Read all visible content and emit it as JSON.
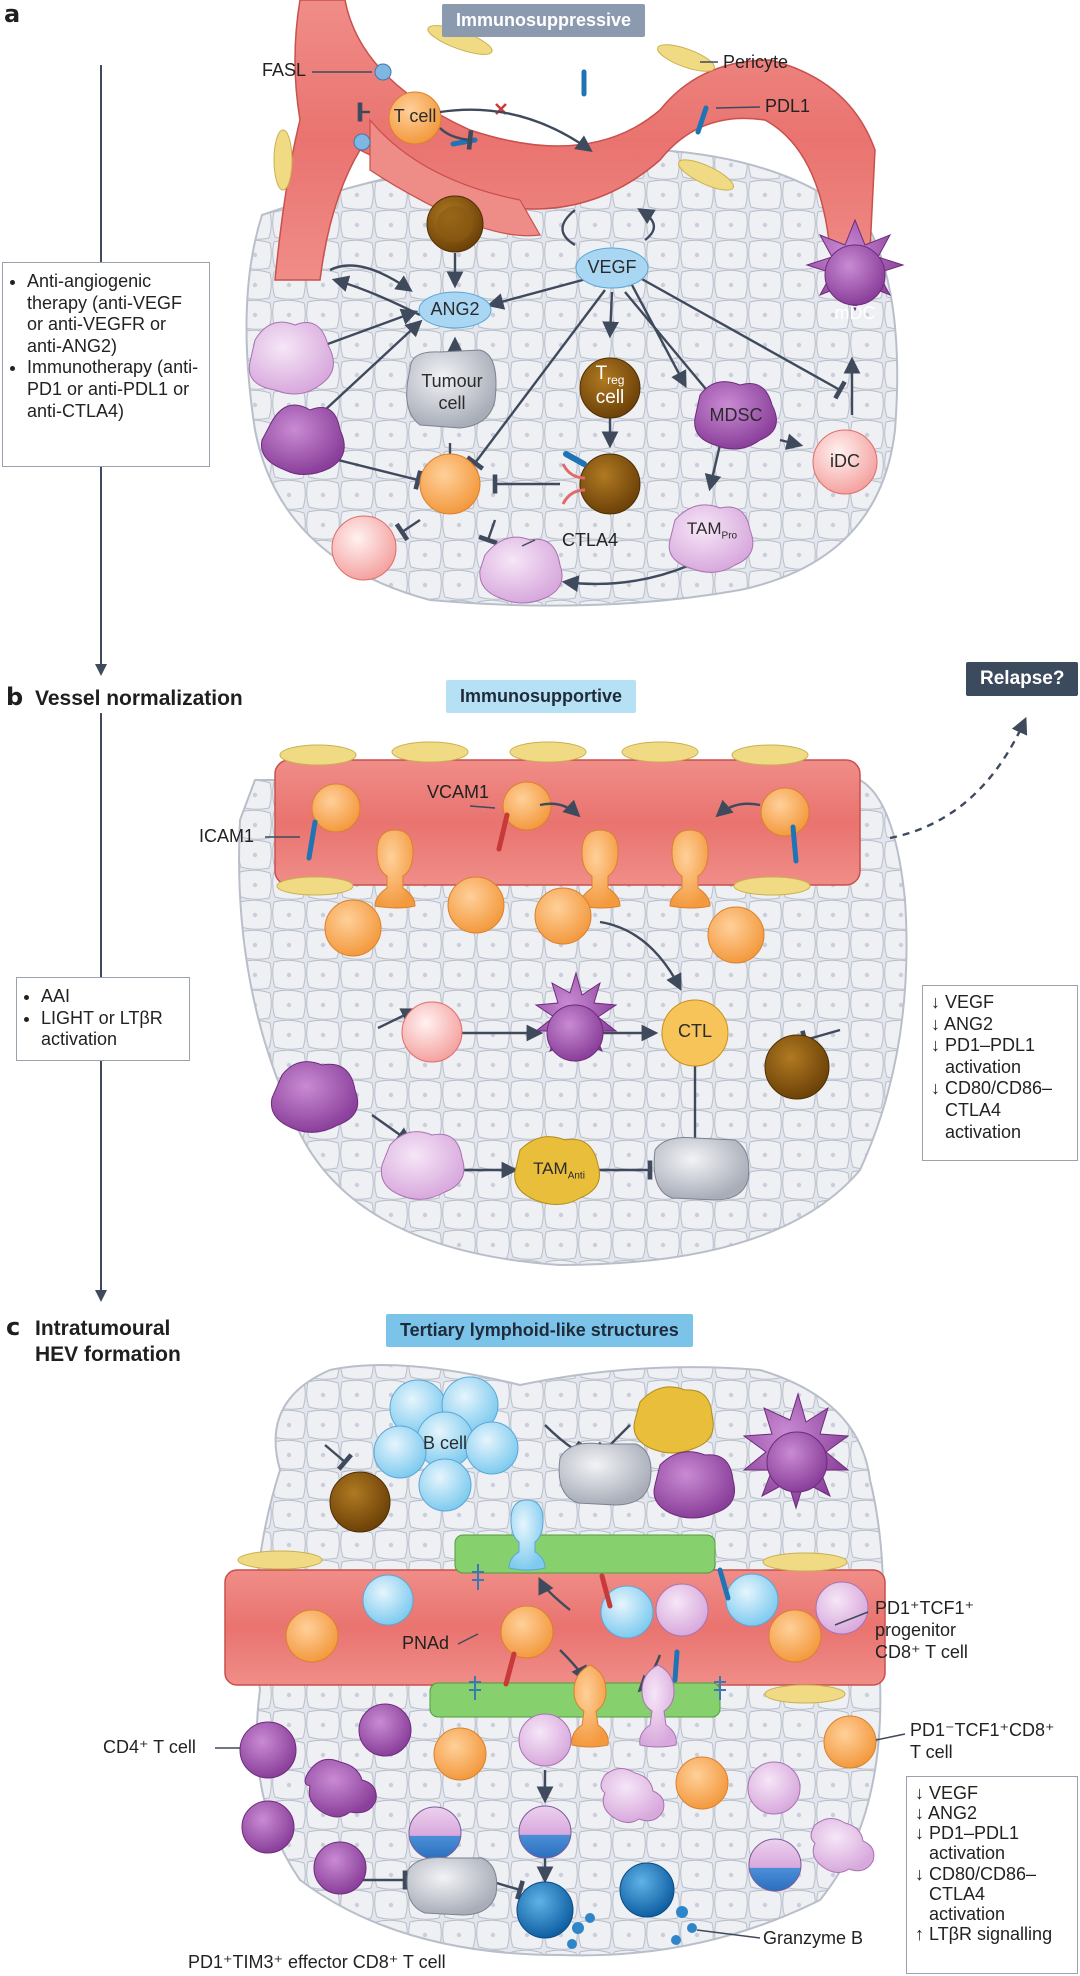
{
  "panel_a": {
    "letter": "a",
    "banner": "Immunosuppressive",
    "labels": {
      "fasl": "FASL",
      "pericyte": "Pericyte",
      "pdl1": "PDL1",
      "t_cell": "T cell",
      "vegf": "VEGF",
      "ang2": "ANG2",
      "mdc": "mDC",
      "tumour_cell_1": "Tumour",
      "tumour_cell_2": "cell",
      "treg_1": "T",
      "treg_sub": "reg",
      "treg_2": "cell",
      "mdsc": "MDSC",
      "idc": "iDC",
      "ctla4": "CTLA4",
      "tam": "TAM",
      "tam_sub": "Pro"
    },
    "therapy_box": [
      "Anti-angiogenic therapy (anti-VEGF or anti-VEGFR or anti-ANG2)",
      "Immunotherapy (anti-PD1 or anti-PDL1 or anti-CTLA4)"
    ]
  },
  "panel_b": {
    "letter": "b",
    "title": "Vessel normalization",
    "banner": "Immunosupportive",
    "relapse": "Relapse?",
    "labels": {
      "icam1": "ICAM1",
      "vcam1": "VCAM1",
      "ctl": "CTL",
      "tam": "TAM",
      "tam_sub": "Anti"
    },
    "therapy_box": [
      "AAI",
      "LIGHT or LTβR activation"
    ],
    "effects_box": [
      "↓ VEGF",
      "↓ ANG2",
      "↓ PD1–PDL1",
      "activation",
      "↓ CD80/CD86–",
      "CTLA4",
      "activation"
    ]
  },
  "panel_c": {
    "letter": "c",
    "title_line1": "Intratumoural",
    "title_line2": "HEV formation",
    "banner": "Tertiary lymphoid-like structures",
    "labels": {
      "b_cell": "B cell",
      "pnad": "PNAd",
      "cd4": "CD4⁺ T cell",
      "progenitor_1": "PD1⁺TCF1⁺",
      "progenitor_2": "progenitor",
      "progenitor_3": "CD8⁺ T cell",
      "pd1neg_1": "PD1⁻TCF1⁺CD8⁺",
      "pd1neg_2": "T cell",
      "effector": "PD1⁺TIM3⁺ effector CD8⁺ T cell",
      "granzyme": "Granzyme B"
    },
    "effects_box": [
      "↓ VEGF",
      "↓ ANG2",
      "↓ PD1–PDL1",
      "activation",
      "↓ CD80/CD86–",
      "CTLA4",
      "activation",
      "↑ LTβR signalling"
    ]
  },
  "colors": {
    "vessel": "#e9827f",
    "tissue": "#dfe3ea",
    "t_cell": "#f6a24e",
    "treg": "#8b5a12",
    "vegf": "#a9d6f2",
    "banner_suppressive": "#8c9ab0",
    "banner_supportive": "#b6e1f4",
    "banner_tls": "#7cc3ea",
    "relapse": "#3c4a5e",
    "arrow": "#3f4a5c"
  }
}
